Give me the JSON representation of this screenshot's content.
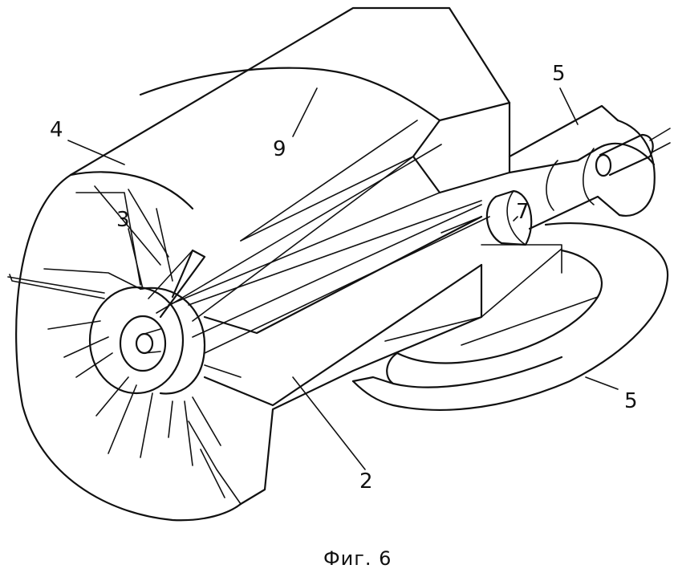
{
  "figure": {
    "caption": "Фиг. 6",
    "labels": {
      "casing": "4",
      "upper_segment": "9",
      "hub": "3",
      "duct_upper": "5",
      "chamber": "7",
      "duct_lower": "5",
      "core_body": "2"
    },
    "colors": {
      "ink": "#111111",
      "paper": "#ffffff"
    }
  }
}
